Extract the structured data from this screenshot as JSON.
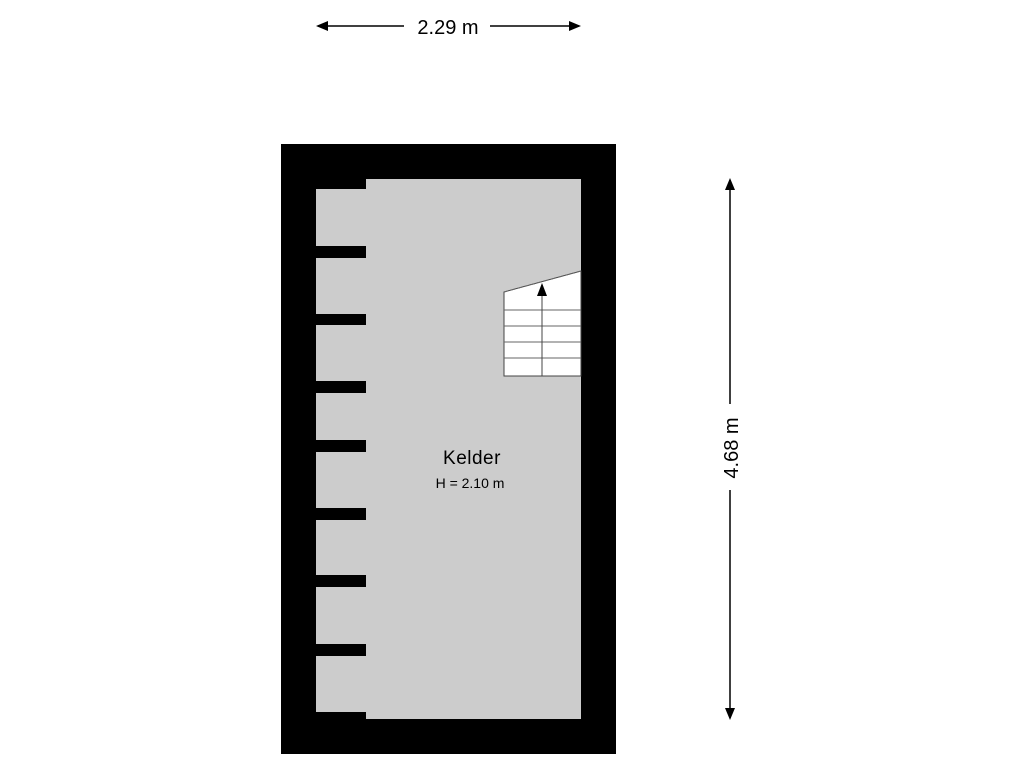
{
  "dimensions": {
    "width_label": "2.29 m",
    "depth_label": "4.68 m"
  },
  "room": {
    "name": "Kelder",
    "height_label": "H = 2.10 m"
  },
  "colors": {
    "wall": "#000000",
    "floor": "#cccccc",
    "stair": "#ffffff",
    "background": "#ffffff"
  },
  "icons": {
    "stair_arrow": "arrow-up-icon"
  }
}
